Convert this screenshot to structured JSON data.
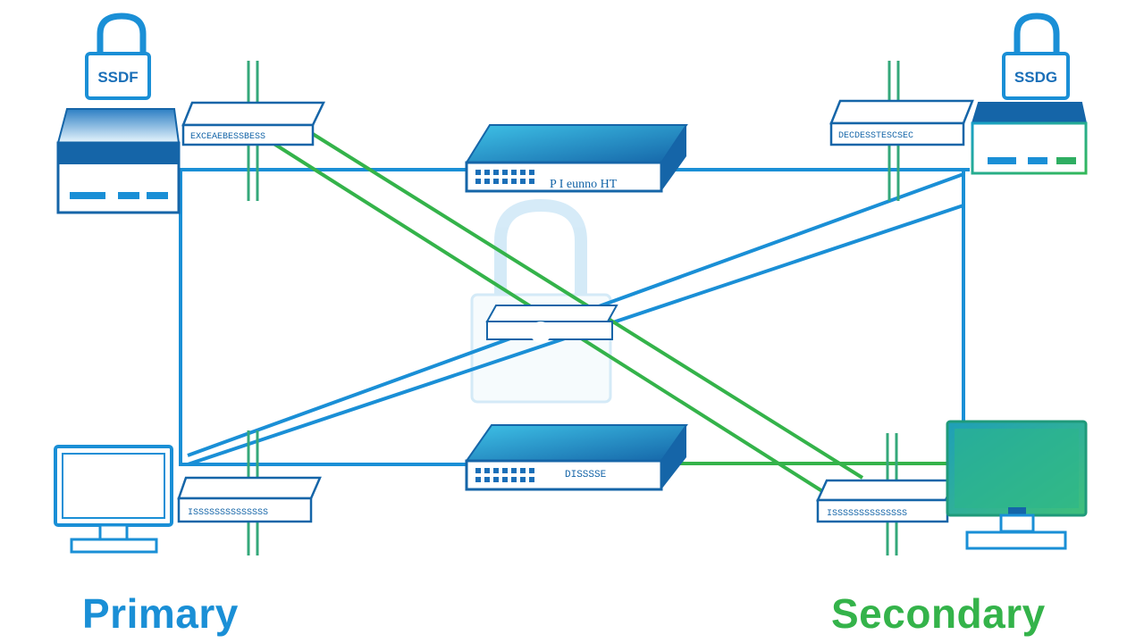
{
  "labels": {
    "primary": "Primary",
    "secondary": "Secondary"
  },
  "device_text": {
    "switch_top_left": "EXCEAEBESSBESS",
    "switch_top_right": "DECDESSTESCSEC",
    "switch_bottom_left": "ISSSSSSSSSSSSSS",
    "switch_bottom_right": "ISSSSSSSSSSSSSS",
    "switch_center_top": "P I eunno HT",
    "switch_center_bottom": "DISSSSE",
    "lock_left": "SSDF",
    "lock_right": "SSDG"
  },
  "colors": {
    "primary": "#1a8fd6",
    "secondary": "#34b34a",
    "device_dark": "#1565a8",
    "device_light": "#3ec1e6"
  },
  "icons": {
    "lock": "padlock-icon",
    "server": "server-icon",
    "switch": "network-switch-icon",
    "monitor": "monitor-icon",
    "rack_pole": "cable-pole-icon"
  }
}
